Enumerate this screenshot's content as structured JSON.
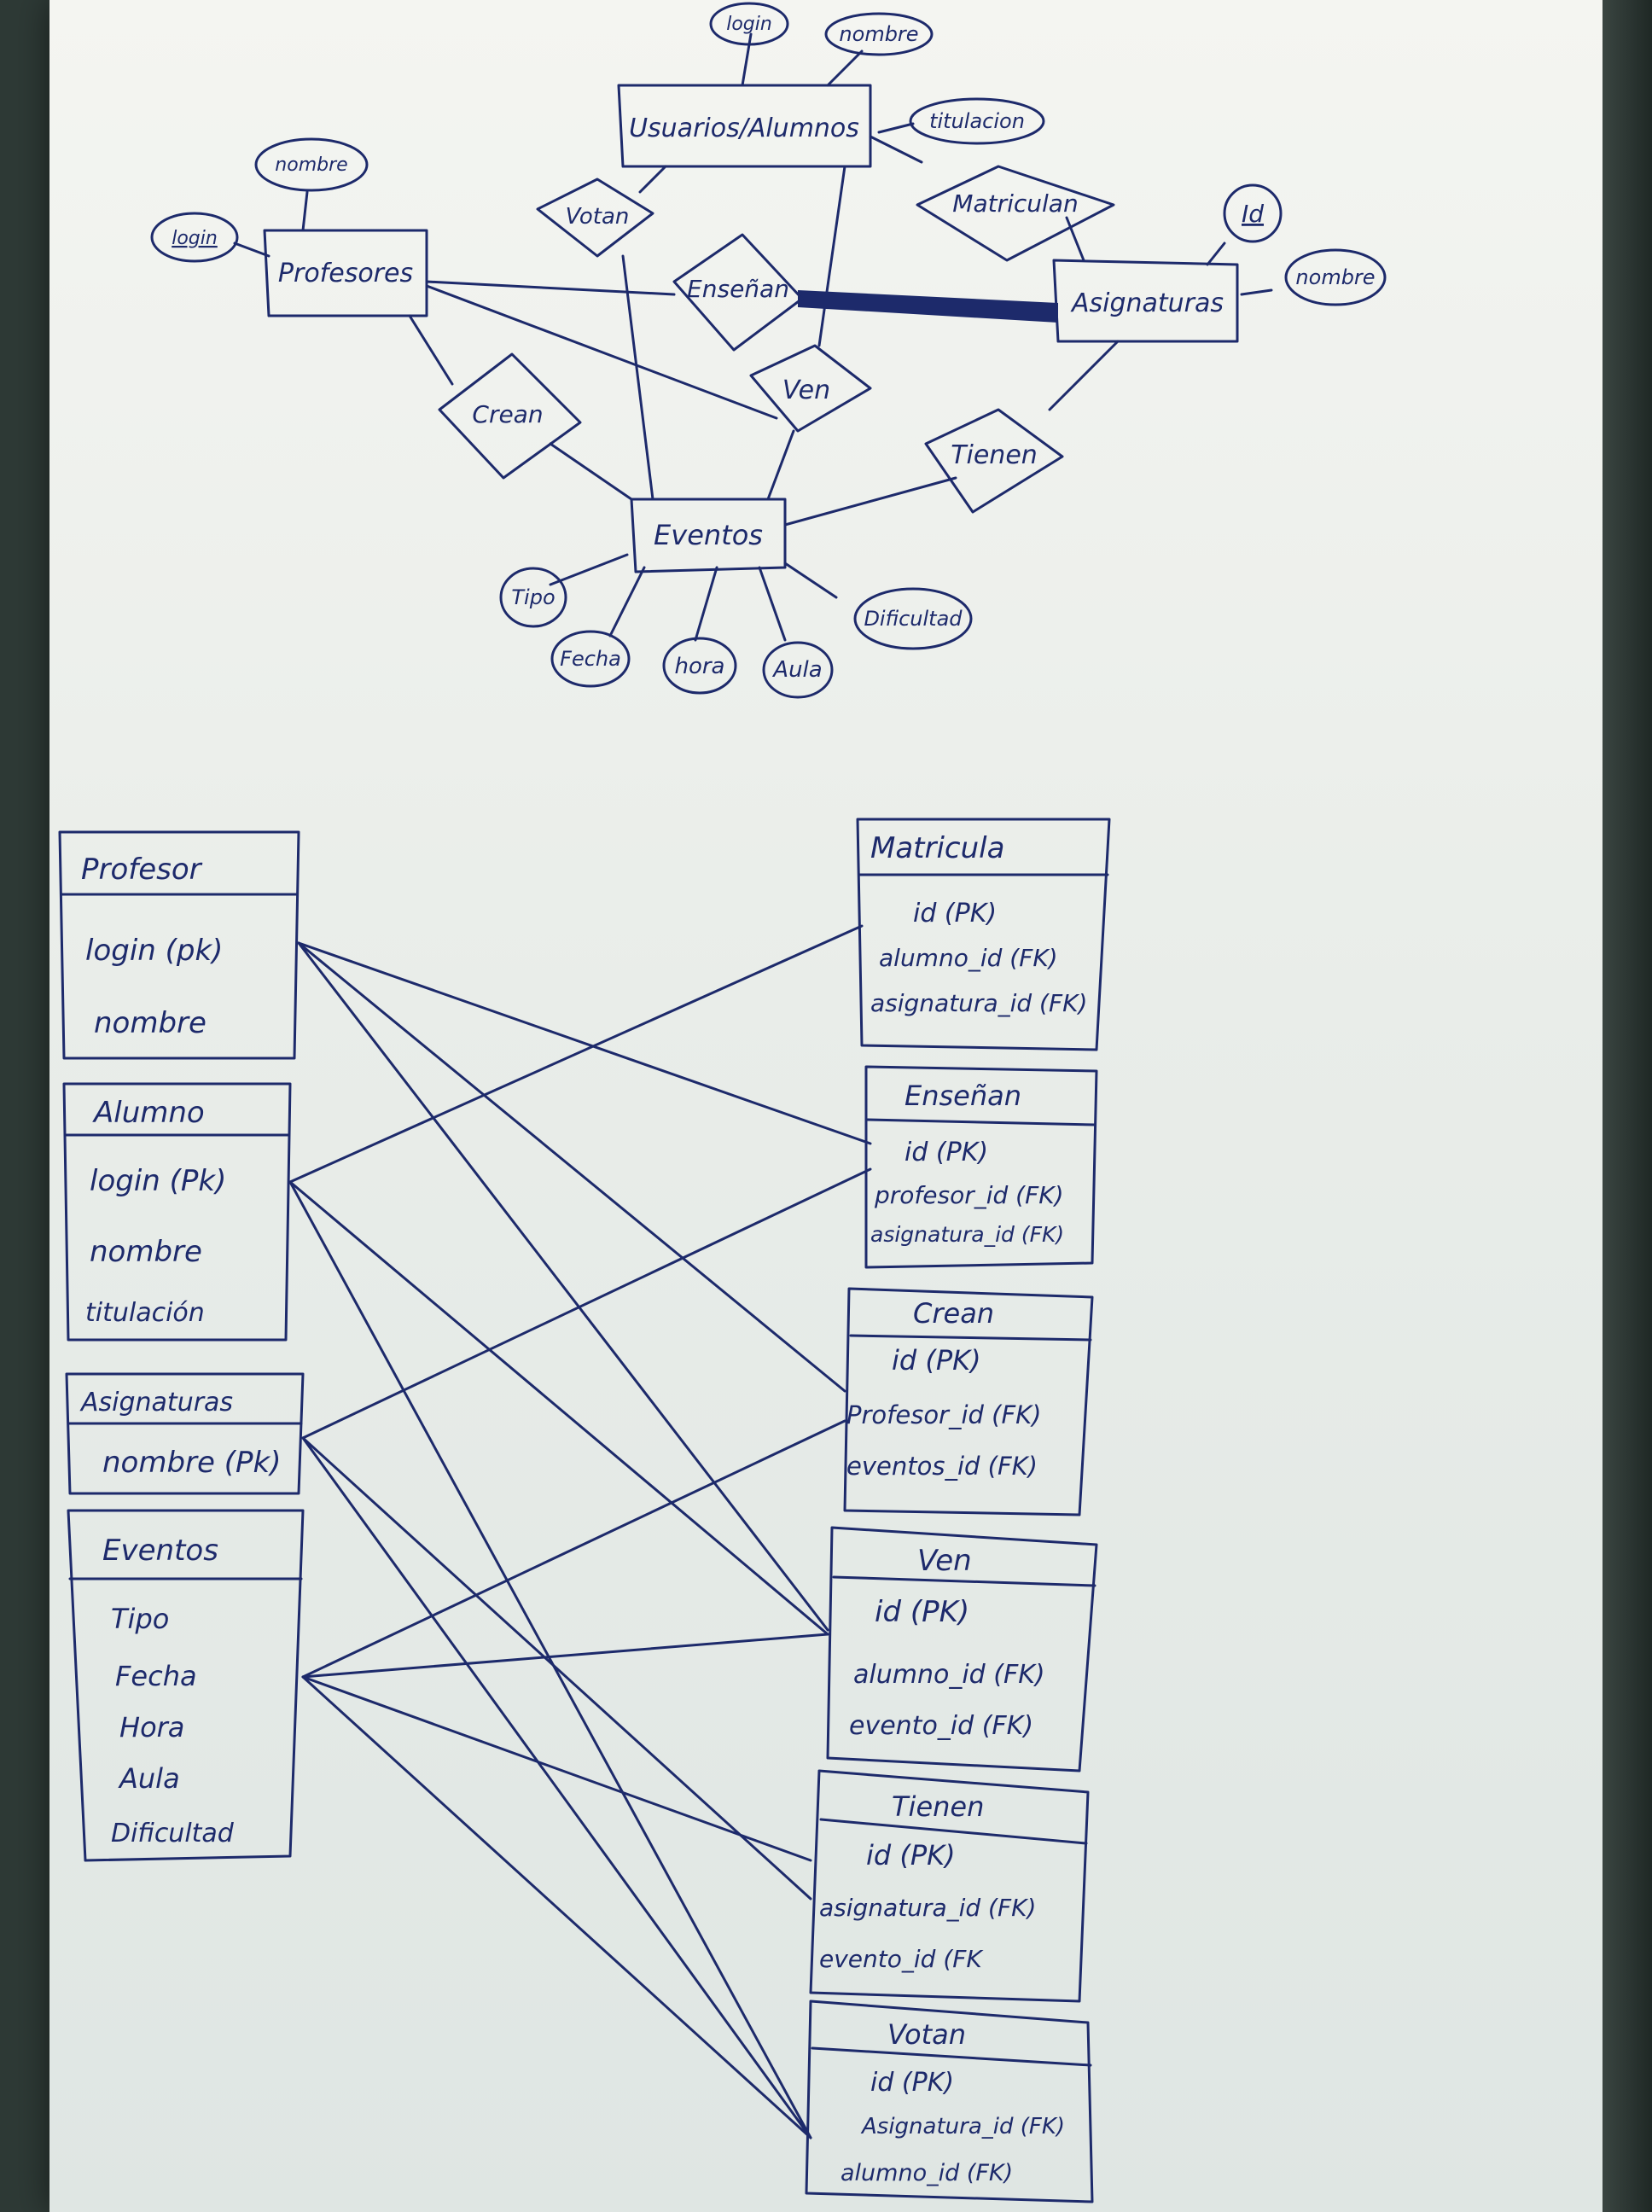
{
  "er_diagram": {
    "entities": {
      "usuarios": "Usuarios/Alumnos",
      "profesores": "Profesores",
      "asignaturas": "Asignaturas",
      "eventos": "Eventos"
    },
    "relationships": {
      "votan": "Votan",
      "matriculan": "Matriculan",
      "ensenan": "Enseñan",
      "crean": "Crean",
      "ven": "Ven",
      "tienen": "Tienen"
    },
    "attributes": {
      "usr_login": "login",
      "usr_nombre": "nombre",
      "usr_titulacion": "titulacion",
      "prof_nombre": "nombre",
      "prof_login": "login",
      "asig_id": "Id",
      "asig_nombre": "nombre",
      "ev_tipo": "Tipo",
      "ev_fecha": "Fecha",
      "ev_hora": "hora",
      "ev_aula": "Aula",
      "ev_dificultad": "Dificultad"
    }
  },
  "tables": {
    "profesor": {
      "title": "Profesor",
      "fields": [
        "login (pk)",
        "nombre"
      ]
    },
    "alumno": {
      "title": "Alumno",
      "fields": [
        "login (Pk)",
        "nombre",
        "titulación"
      ]
    },
    "asignaturas": {
      "title": "Asignaturas",
      "fields": [
        "nombre (Pk)"
      ]
    },
    "eventos": {
      "title": "Eventos",
      "fields": [
        "Tipo",
        "Fecha",
        "Hora",
        "Aula",
        "Dificultad"
      ]
    },
    "matricula": {
      "title": "Matricula",
      "fields": [
        "id (PK)",
        "alumno_id (FK)",
        "asignatura_id (FK)"
      ]
    },
    "ensenan": {
      "title": "Enseñan",
      "fields": [
        "id (PK)",
        "profesor_id (FK)",
        "asignatura_id (FK)"
      ]
    },
    "crean": {
      "title": "Crean",
      "fields": [
        "id (PK)",
        "Profesor_id (FK)",
        "eventos_id (FK)"
      ]
    },
    "ven": {
      "title": "Ven",
      "fields": [
        "id (PK)",
        "alumno_id (FK)",
        "evento_id (FK)"
      ]
    },
    "tienen": {
      "title": "Tienen",
      "fields": [
        "id (PK)",
        "asignatura_id (FK)",
        "evento_id (FK"
      ]
    },
    "votan": {
      "title": "Votan",
      "fields": [
        "id (PK)",
        "Asignatura_id (FK)",
        "alumno_id (FK)"
      ]
    }
  }
}
